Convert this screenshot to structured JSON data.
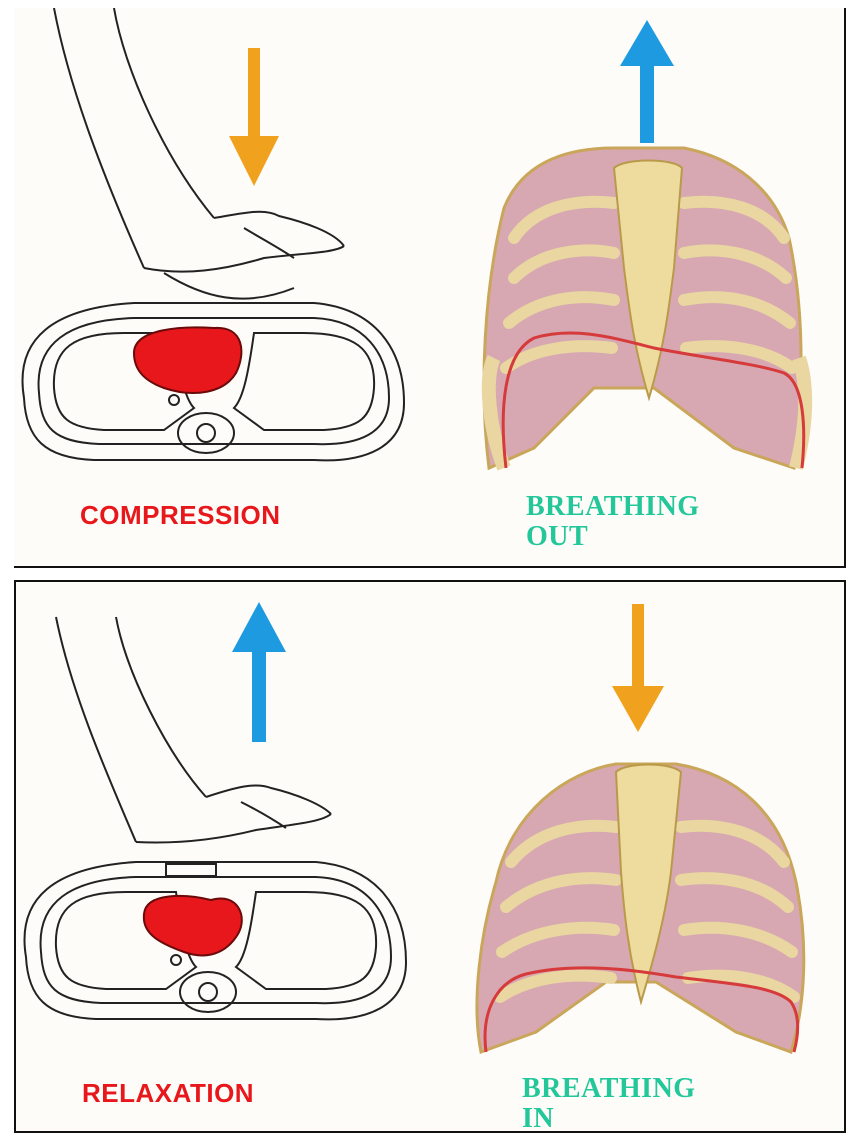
{
  "top_panel": {
    "left_label": "COMPRESSION",
    "right_label_line1": "BREATHING",
    "right_label_line2": "OUT"
  },
  "bottom_panel": {
    "left_label": "RELAXATION",
    "right_label_line1": "BREATHING",
    "right_label_line2": "IN"
  },
  "colors": {
    "compression_arrow": "#f0a21e",
    "release_arrow": "#1e9be0",
    "heart": "#e8171b",
    "label_red": "#e8171b",
    "label_green": "#23c79a",
    "diaphragm_line": "#d63a3a",
    "rib_bone": "#d9c07a",
    "lung": "#b46273"
  },
  "icons": {
    "down_arrow": "arrow-down-icon",
    "up_arrow": "arrow-up-icon"
  }
}
